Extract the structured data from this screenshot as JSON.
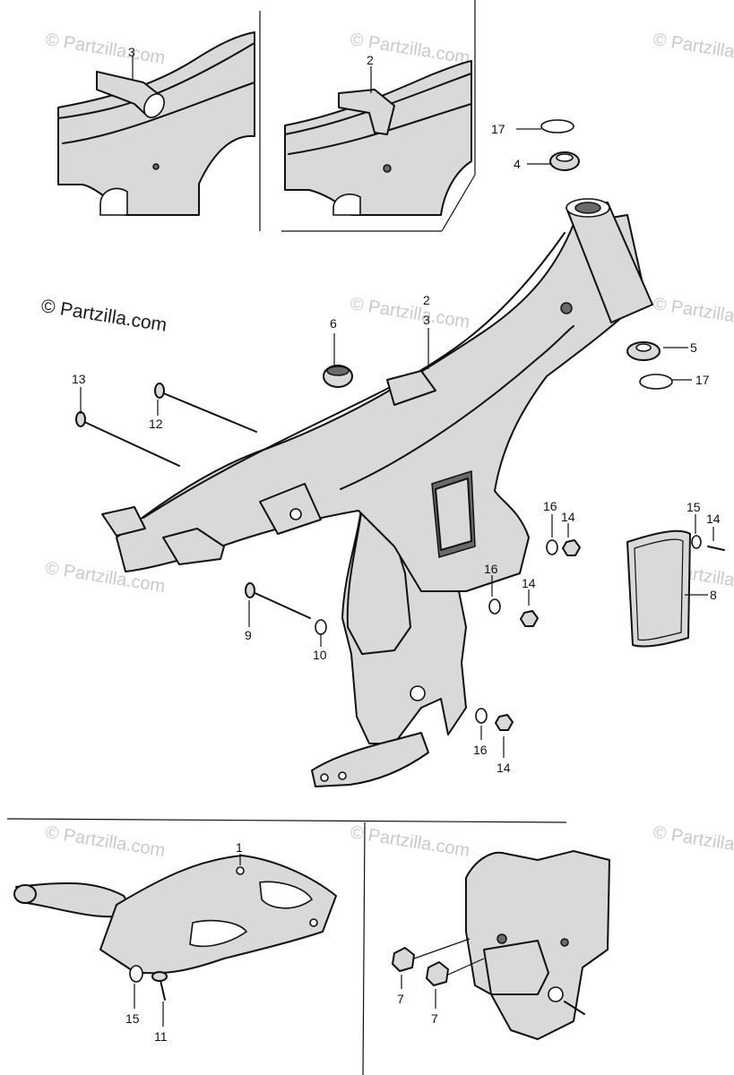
{
  "copyright": "© Partzilla.com",
  "watermark": "© Partzilla.com",
  "callouts": {
    "c1": "1",
    "c2a": "2",
    "c2b": "2",
    "c3a": "3",
    "c3b": "3",
    "c4": "4",
    "c5": "5",
    "c6": "6",
    "c7a": "7",
    "c7b": "7",
    "c8": "8",
    "c9": "9",
    "c10": "10",
    "c11": "11",
    "c12": "12",
    "c13": "13",
    "c14a": "14",
    "c14b": "14",
    "c14c": "14",
    "c14d": "14",
    "c15a": "15",
    "c15b": "15",
    "c16a": "16",
    "c16b": "16",
    "c16c": "16",
    "c17a": "17",
    "c17b": "17"
  }
}
